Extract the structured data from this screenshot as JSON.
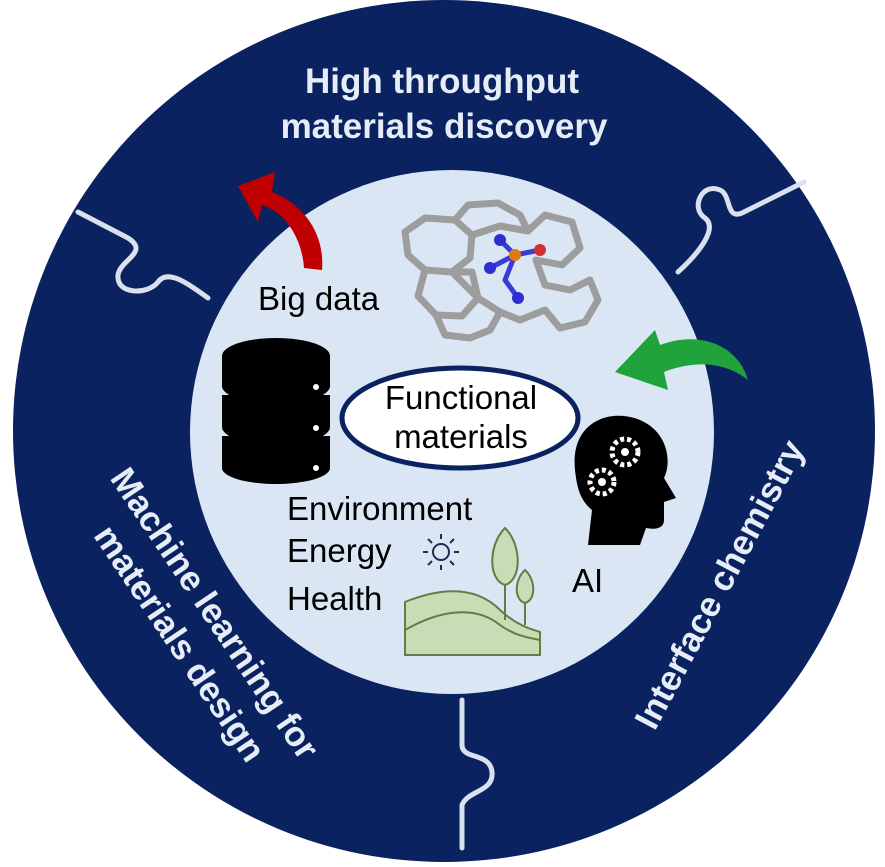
{
  "outer_ring": {
    "top_label_line1": "High throughput",
    "top_label_line2": "materials discovery",
    "right_label": "Interface chemistry",
    "left_label_line1": "Machine learning for",
    "left_label_line2": "materials design"
  },
  "inner_circle": {
    "center_label_line1": "Functional",
    "center_label_line2": "materials",
    "big_data_label": "Big data",
    "ai_label": "AI",
    "applications": [
      "Environment",
      "Energy",
      "Health"
    ]
  },
  "colors": {
    "ring": "#0a2260",
    "inner_fill": "#dbe6f4",
    "ring_text": "#e6edf7",
    "red_arrow": "#c00000",
    "green_arrow": "#1fa33a",
    "landscape": "#c7ddb5",
    "landscape_stroke": "#5f7f46"
  }
}
